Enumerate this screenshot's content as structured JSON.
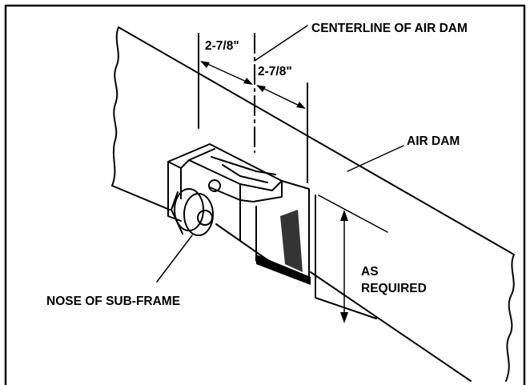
{
  "labels": {
    "dim_left": "2-7/8\"",
    "dim_right": "2-7/8\"",
    "centerline": "CENTERLINE OF AIR DAM",
    "air_dam": "AIR DAM",
    "as_required_1": "AS",
    "as_required_2": "REQUIRED",
    "nose": "NOSE OF SUB-FRAME"
  },
  "colors": {
    "ink": "#000000",
    "paper": "#ffffff"
  }
}
